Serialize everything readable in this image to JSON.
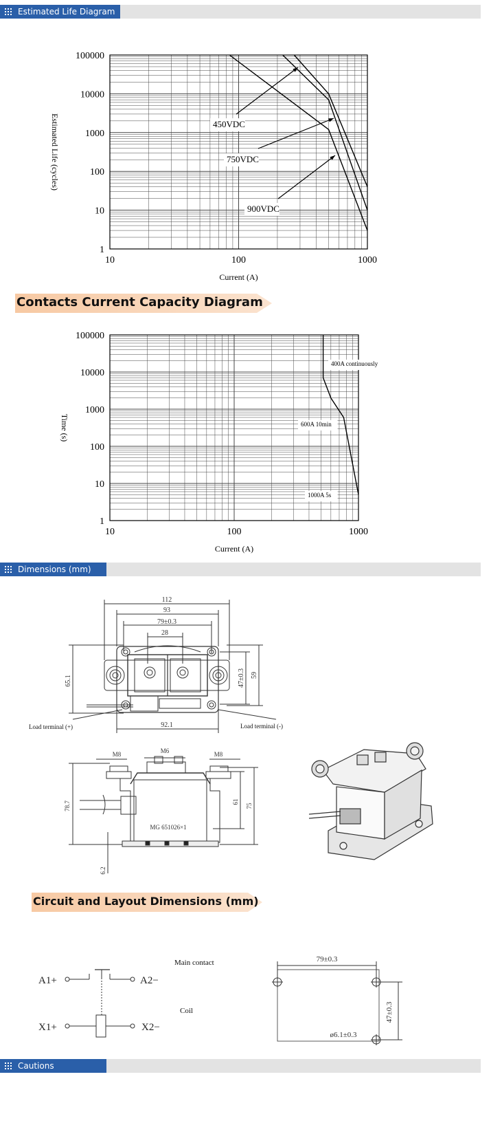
{
  "sections": {
    "life": "Estimated Life Diagram",
    "capacity": "Contacts Current Capacity Diagram",
    "dimensions": "Dimensions (mm)",
    "circuit": "Circuit and Layout Dimensions (mm)",
    "cautions": "Cautions"
  },
  "chart_data": [
    {
      "type": "line",
      "xscale": "log",
      "yscale": "log",
      "xlim": [
        10,
        1000
      ],
      "ylim": [
        1,
        100000
      ],
      "xlabel": "Current (A)",
      "ylabel": "Estimated Life (cycles)",
      "x_ticks": [
        "10",
        "100",
        "1000"
      ],
      "y_ticks": [
        "1",
        "10",
        "100",
        "1000",
        "10000",
        "100000"
      ],
      "grid": true,
      "series": [
        {
          "name": "450VDC",
          "x": [
            270,
            500,
            1000
          ],
          "y": [
            100000,
            10000,
            40
          ]
        },
        {
          "name": "750VDC",
          "x": [
            220,
            500,
            1000
          ],
          "y": [
            100000,
            7000,
            10
          ]
        },
        {
          "name": "900VDC",
          "x": [
            85,
            500,
            1000
          ],
          "y": [
            100000,
            1200,
            3
          ]
        }
      ],
      "annotations": [
        "450VDC",
        "750VDC",
        "900VDC"
      ]
    },
    {
      "type": "line",
      "xscale": "log",
      "yscale": "log",
      "xlim": [
        10,
        1000
      ],
      "ylim": [
        1,
        100000
      ],
      "xlabel": "Current (A)",
      "ylabel": "Time (s)",
      "x_ticks": [
        "10",
        "100",
        "1000"
      ],
      "y_ticks": [
        "1",
        "10",
        "100",
        "1000",
        "10000",
        "100000"
      ],
      "grid": true,
      "series": [
        {
          "x": [
            520,
            520,
            600,
            760,
            1000
          ],
          "y": [
            100000,
            7000,
            2000,
            600,
            5
          ]
        }
      ],
      "annotations": [
        "400A continuously",
        "600A 10min",
        "1000A 5s"
      ]
    }
  ],
  "dimensions": {
    "top_view": {
      "d112": "112",
      "d93": "93",
      "d79": "79±0.3",
      "d28": "28",
      "d65": "65.1",
      "d47": "47±0.3",
      "d59": "59",
      "d92": "92.1",
      "load_left": "Load terminal (+)",
      "load_right": "Load terminal (-)"
    },
    "side_view": {
      "m6": "M6",
      "m8a": "M8",
      "m8b": "M8",
      "d78": "78.7",
      "d61": "61",
      "d75": "75",
      "d62": "6.2",
      "marking": "MG 651026×1"
    }
  },
  "circuit": {
    "a1": "A1+",
    "a2": "A2−",
    "x1": "X1+",
    "x2": "X2−",
    "main_contact": "Main contact",
    "coil": "Coil",
    "layout_w": "79±0.3",
    "layout_h": "47±0.3",
    "hole": "ø6.1±0.3"
  }
}
